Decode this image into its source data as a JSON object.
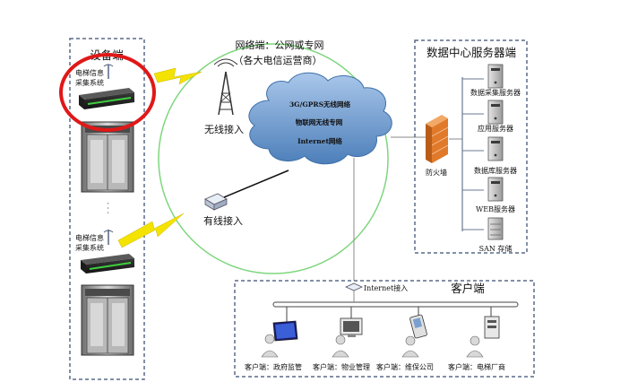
{
  "device_side": {
    "title": "设备端",
    "system_label_1a": "电梯信息",
    "system_label_1b": "采集系统",
    "ellipsis": ". . .",
    "system_label_2a": "电梯信息",
    "system_label_2b": "采集系统"
  },
  "network_side": {
    "title": "网络端：公网或专网",
    "subtitle": "（各大电信运营商）",
    "wireless_label": "无线接入",
    "wired_label": "有线接入",
    "cloud_line_1": "3G/GPRS无线网络",
    "cloud_line_2": "物联网无线专网",
    "cloud_line_3": "Internet网络"
  },
  "datacenter": {
    "title": "数据中心服务器端",
    "firewall_label": "防火墙",
    "servers": [
      {
        "label": "数据采集服务器"
      },
      {
        "label": "应用服务器"
      },
      {
        "label": "数据库服务器"
      },
      {
        "label": "WEB服务器"
      },
      {
        "label": "SAN 存储"
      }
    ]
  },
  "client_side": {
    "title": "客户端",
    "internet_access": "Internet接入",
    "clients": [
      {
        "label": "客户端：政府监管"
      },
      {
        "label": "客户端：物业管理"
      },
      {
        "label": "客户端：维保公司"
      },
      {
        "label": "客户端：电梯厂商"
      }
    ]
  },
  "colors": {
    "dashed_border": "#5a6a8a",
    "highlight_ring": "#e01818",
    "network_circle": "#7ed67e",
    "cloud": "#6f9ccf",
    "lightning": "#f4e200",
    "firewall": "#e07a2a"
  }
}
